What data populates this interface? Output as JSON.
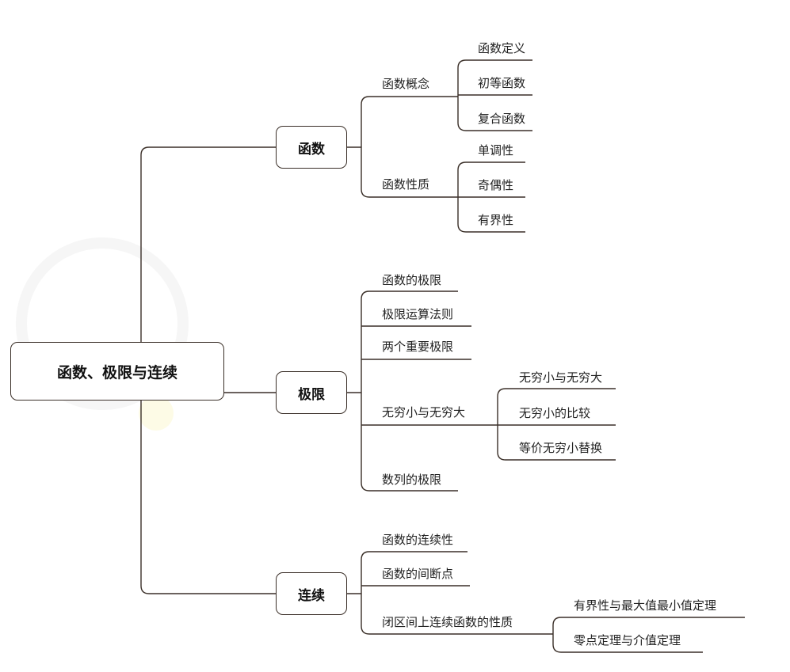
{
  "root": {
    "label": "函数、极限与连续"
  },
  "hanshu": {
    "label": "函数",
    "concept": {
      "label": "函数概念",
      "items": [
        "函数定义",
        "初等函数",
        "复合函数"
      ]
    },
    "property": {
      "label": "函数性质",
      "items": [
        "单调性",
        "奇偶性",
        "有界性"
      ]
    }
  },
  "jixian": {
    "label": "极限",
    "items": [
      "函数的极限",
      "极限运算法则",
      "两个重要极限"
    ],
    "infinitesimal": {
      "label": "无穷小与无穷大",
      "items": [
        "无穷小与无穷大",
        "无穷小的比较",
        "等价无穷小替换"
      ]
    },
    "sequence": "数列的极限"
  },
  "lianxu": {
    "label": "连续",
    "items": [
      "函数的连续性",
      "函数的间断点"
    ],
    "closed": {
      "label": "闭区间上连续函数的性质",
      "items": [
        "有界性与最大值最小值定理",
        "零点定理与介值定理"
      ]
    }
  }
}
